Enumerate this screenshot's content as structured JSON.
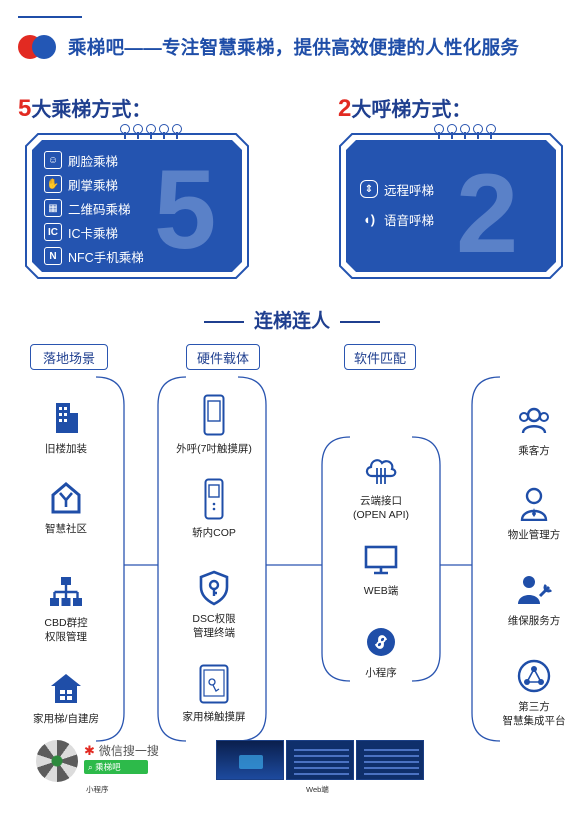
{
  "header": {
    "headline": "乘梯吧——专注智慧乘梯，提供高效便捷的人性化服务"
  },
  "ride": {
    "num": "5",
    "title": "大乘梯方式：",
    "big_number": "5",
    "items": [
      {
        "icon": "face-scan-icon",
        "label": "刷脸乘梯"
      },
      {
        "icon": "palm-icon",
        "label": "刷掌乘梯"
      },
      {
        "icon": "qr-code-icon",
        "label": "二维码乘梯"
      },
      {
        "icon": "ic-card-icon",
        "label": "IC卡乘梯"
      },
      {
        "icon": "nfc-icon",
        "label": "NFC手机乘梯"
      }
    ]
  },
  "call": {
    "num": "2",
    "title": "大呼梯方式：",
    "big_number": "2",
    "items": [
      {
        "icon": "remote-call-icon",
        "label": "远程呼梯"
      },
      {
        "icon": "voice-icon",
        "label": "语音呼梯"
      }
    ]
  },
  "connect": {
    "title": "连梯连人",
    "columns": [
      "落地场景",
      "硬件载体",
      "软件匹配"
    ],
    "scenes": [
      "旧楼加装",
      "智慧社区",
      "CBD群控\n权限管理",
      "家用梯/自建房"
    ],
    "hardware": [
      "外呼(7吋触摸屏)",
      "轿内COP",
      "DSC权限\n管理终端",
      "家用梯触摸屏"
    ],
    "software": [
      "云端接口\n(OPEN API)",
      "WEB端",
      "小程序"
    ],
    "users": [
      "乘客方",
      "物业管理方",
      "维保服务方",
      "第三方\n智慧集成平台"
    ]
  },
  "footer": {
    "wechat_search": "微信搜一搜",
    "search_value": "乘梯吧",
    "mini_program_caption": "小程序",
    "web_caption": "Web端"
  },
  "colors": {
    "brand_blue": "#1f4ea8",
    "board_blue": "#2454b0",
    "accent_red": "#e22a22"
  }
}
